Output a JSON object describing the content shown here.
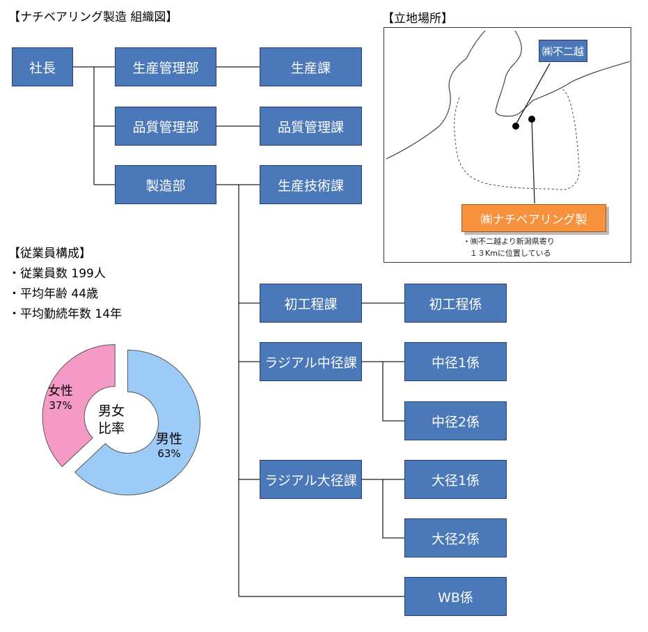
{
  "title": "【ナチベアリング製造  組織図】",
  "org": {
    "president": "社長",
    "dept_production_mgmt": "生産管理部",
    "dept_quality_mgmt": "品質管理部",
    "dept_manufacturing": "製造部",
    "sec_production": "生産課",
    "sec_quality": "品質管理課",
    "sec_tech": "生産技術課",
    "sec_initial": "初工程課",
    "sec_radial_mid": "ラジアル中径課",
    "sec_radial_large": "ラジアル大径課",
    "unit_initial": "初工程係",
    "unit_mid1": "中径1係",
    "unit_mid2": "中径2係",
    "unit_large1": "大径1係",
    "unit_large2": "大径2係",
    "unit_wb": "WB係"
  },
  "employees": {
    "heading": "【従業員構成】",
    "count": "・従業員数 199人",
    "avg_age": "・平均年齢 44歳",
    "avg_tenure": "・平均勤続年数 14年"
  },
  "pie": {
    "center_line1": "男女",
    "center_line2": "比率",
    "female_label": "女性",
    "female_pct": "37%",
    "male_label": "男性",
    "male_pct": "63%",
    "female_color": "#f59ac6",
    "male_color": "#9ccbf7"
  },
  "chart_data": {
    "type": "pie",
    "categories": [
      "女性",
      "男性"
    ],
    "values": [
      37,
      63
    ]
  },
  "map": {
    "heading": "【立地場所】",
    "label_fujikoshi": "㈱不二越",
    "label_nachi": "㈱ナチベアリング製",
    "note_line1": "・㈱不二越より新潟県寄り",
    "note_line2": "１３Kmに位置している"
  },
  "colors": {
    "box": "#4a78b8",
    "box_border": "#243f6b",
    "accent_orange": "#f7913d"
  }
}
